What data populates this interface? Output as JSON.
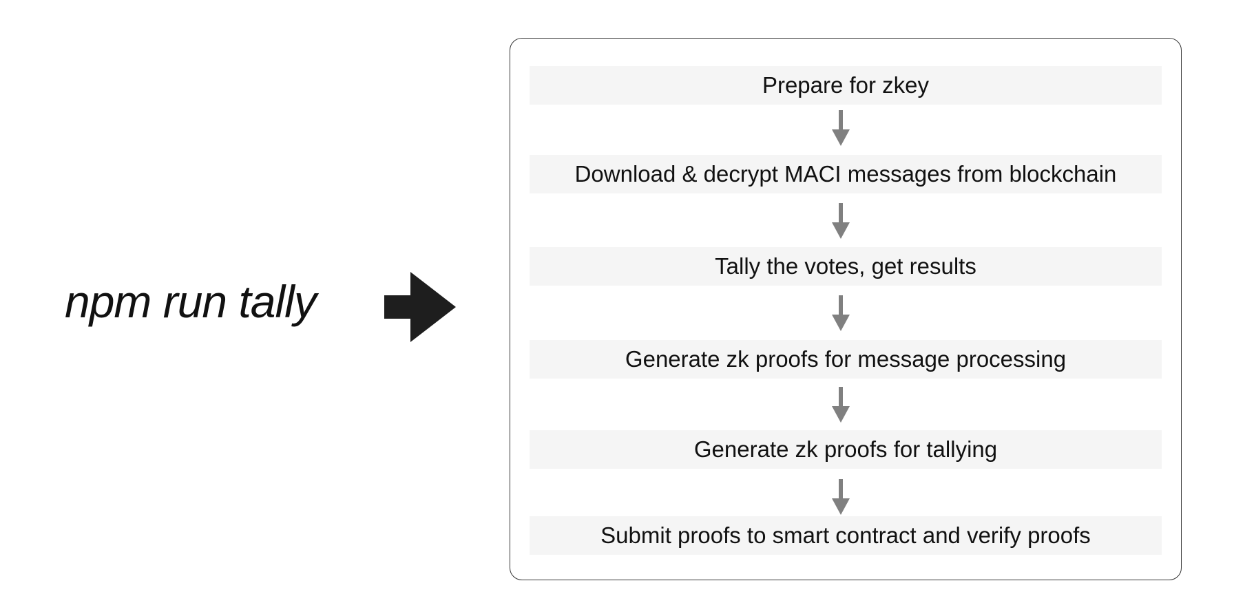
{
  "command": "npm run tally",
  "steps": [
    "Prepare for zkey",
    "Download & decrypt MACI messages from blockchain",
    "Tally the votes, get results",
    "Generate zk proofs for message processing",
    "Generate zk proofs for tallying",
    "Submit proofs to smart contract and verify proofs"
  ],
  "colors": {
    "text": "#111111",
    "big_arrow": "#1e1e1e",
    "flow_arrow": "#808080",
    "step_background": "#f5f5f5",
    "panel_border": "#333333"
  },
  "icons": {
    "big_arrow": "right-arrow-icon",
    "flow_arrow": "down-arrow-icon"
  }
}
